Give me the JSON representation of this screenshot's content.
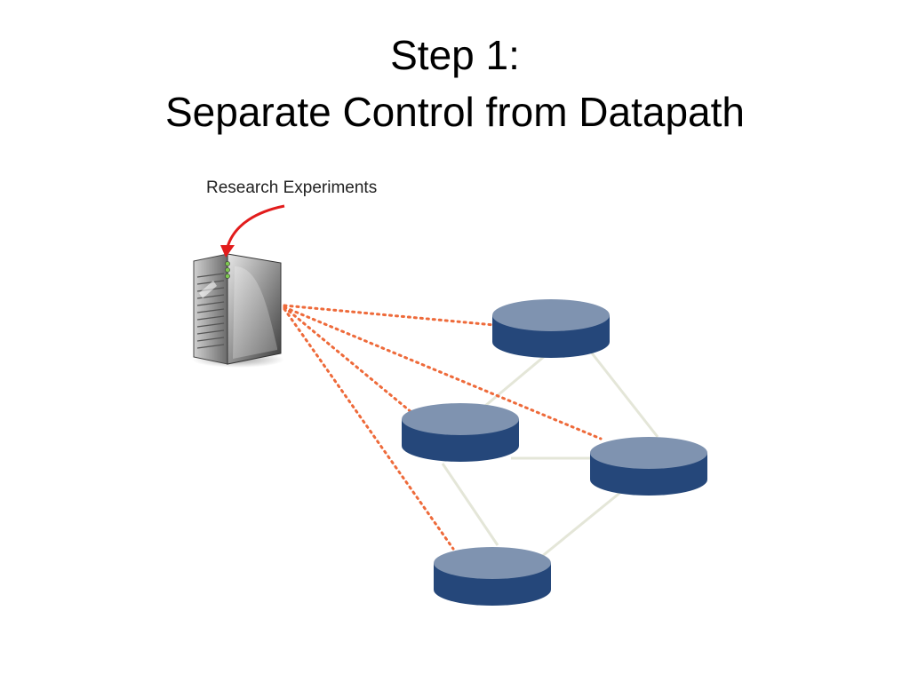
{
  "slide": {
    "title_line1": "Step 1:",
    "title_line2": "Separate Control from Datapath"
  },
  "annotation": {
    "label": "Research Experiments"
  },
  "colors": {
    "switch_top": "#7f93b0",
    "switch_body": "#25477a",
    "control_link": "#ee6a3a",
    "data_link": "#e4e6d8",
    "arrow": "#e21c1c"
  },
  "icons": {
    "controller": "server-icon",
    "switch": "network-switch-icon"
  }
}
